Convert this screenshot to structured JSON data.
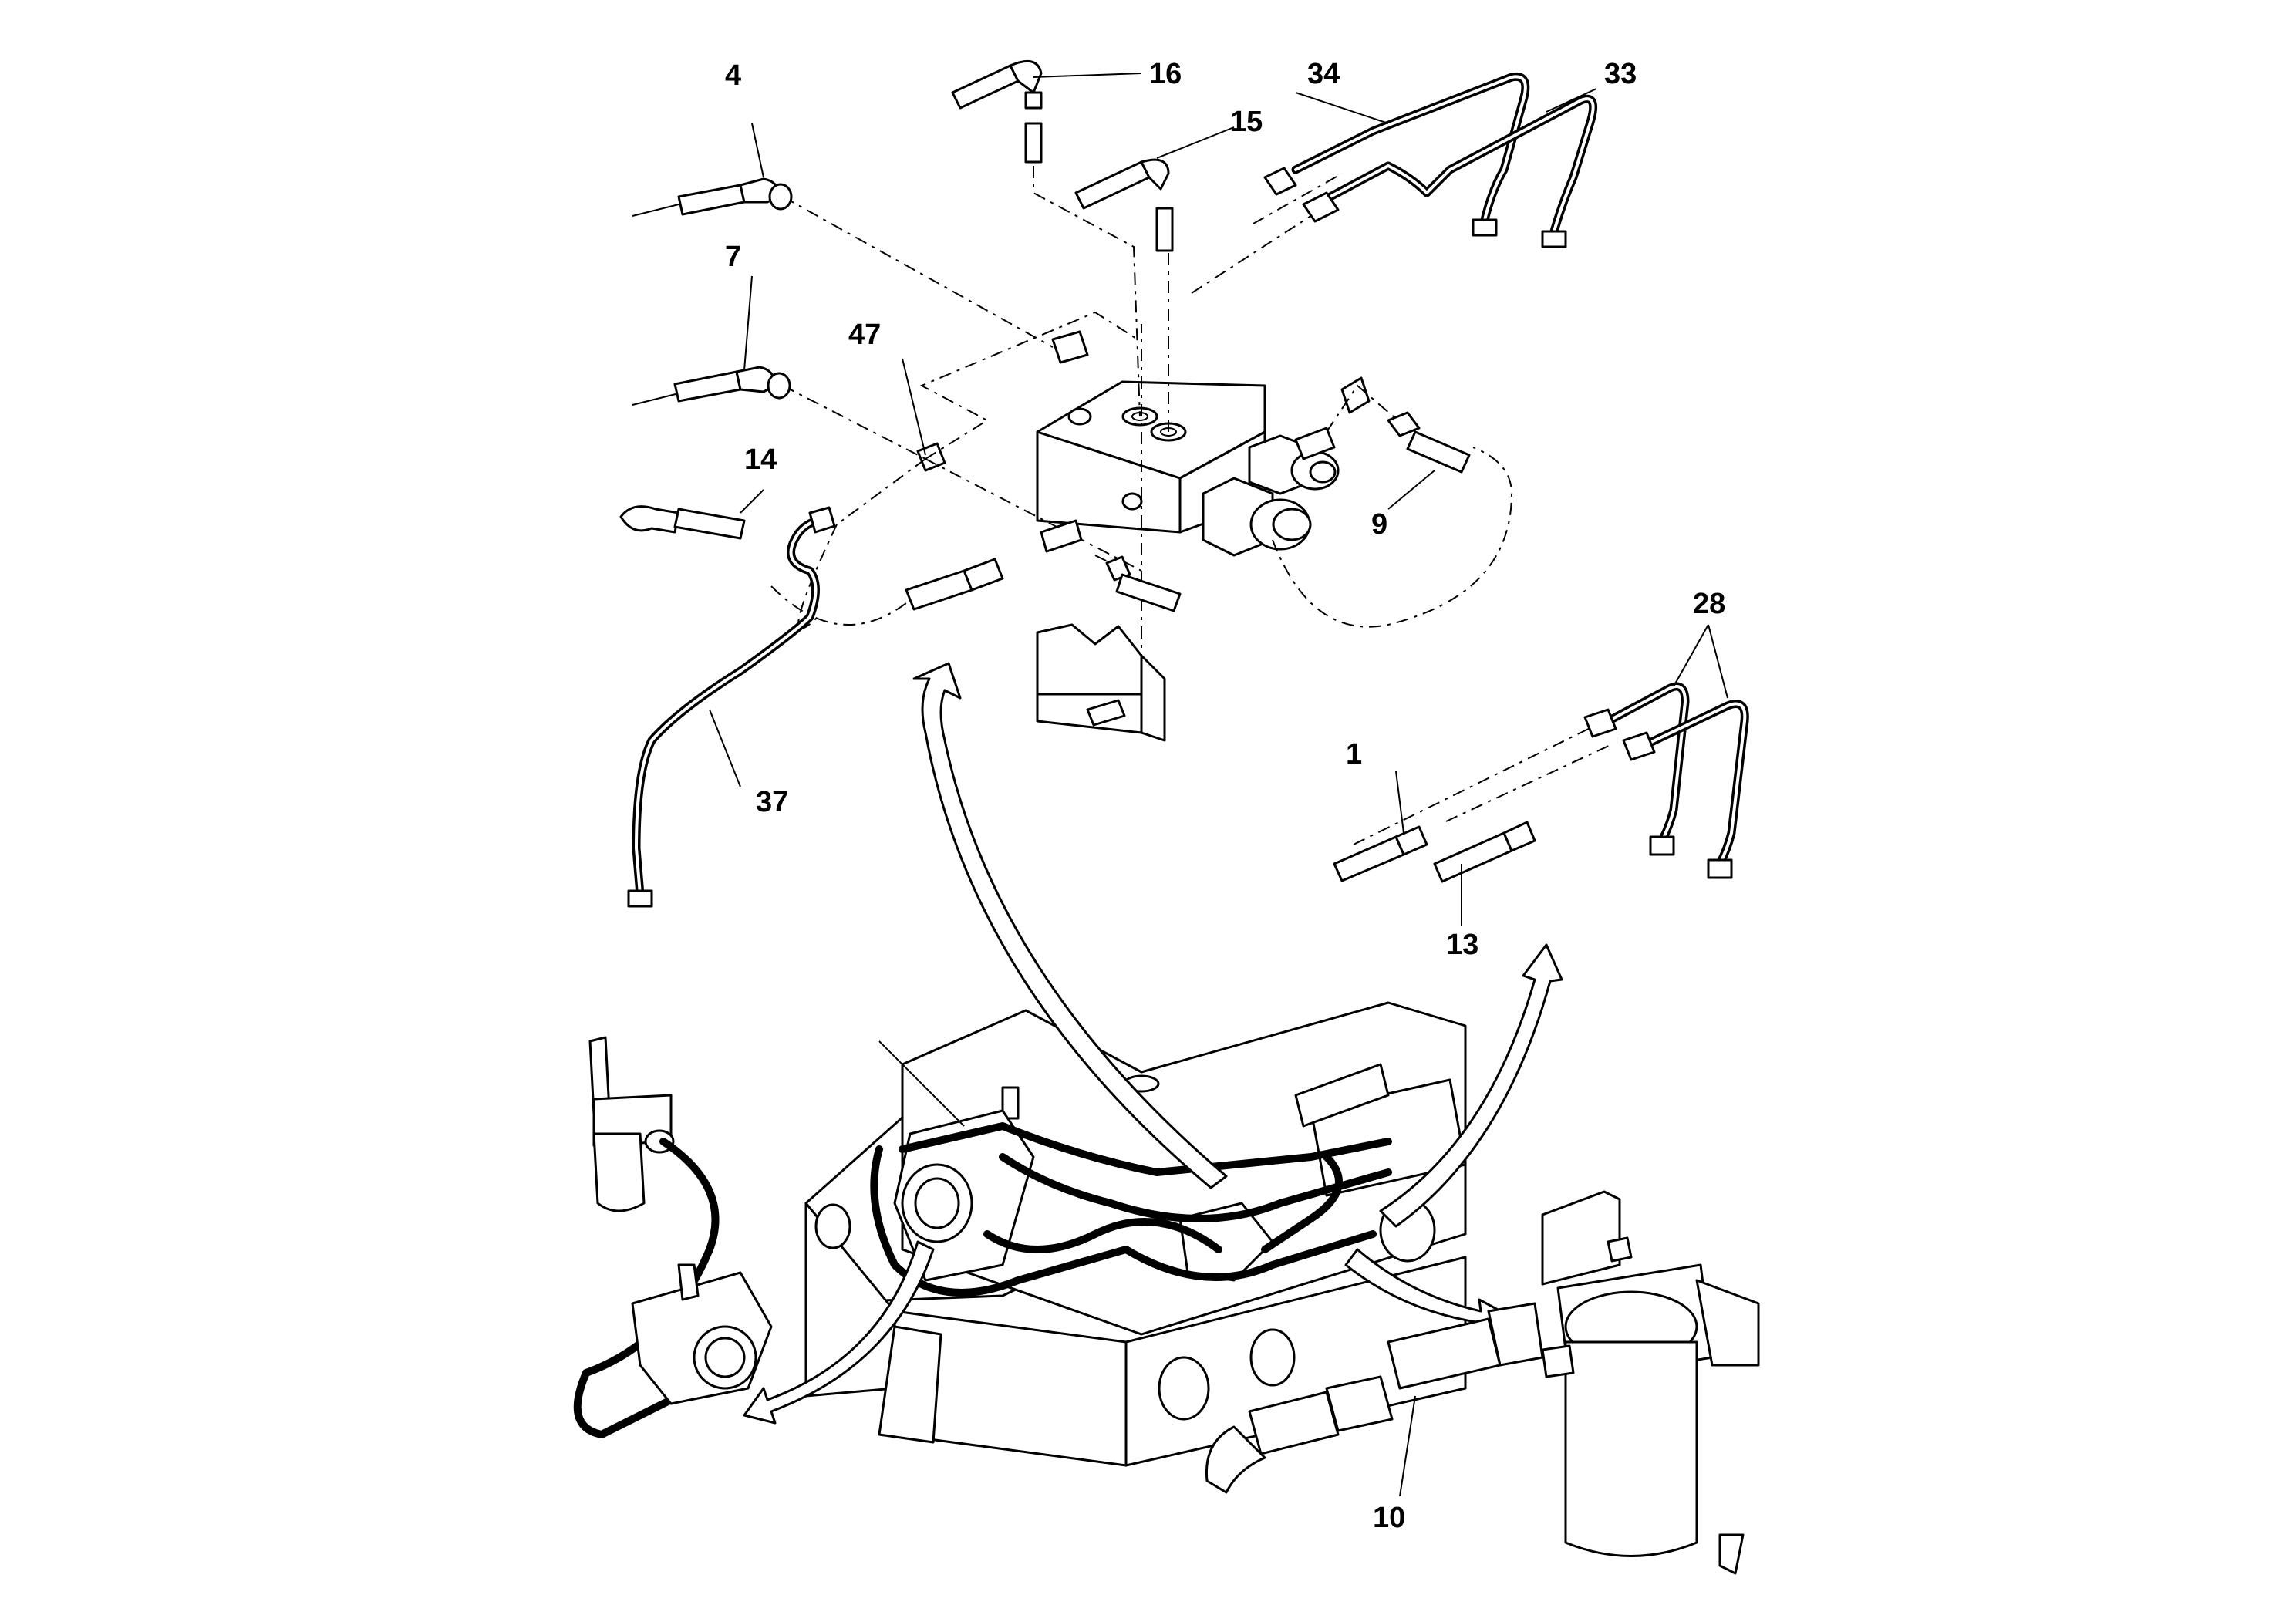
{
  "diagram": {
    "callouts": [
      {
        "id": "c4",
        "label": "4"
      },
      {
        "id": "c16",
        "label": "16"
      },
      {
        "id": "c34",
        "label": "34"
      },
      {
        "id": "c33",
        "label": "33"
      },
      {
        "id": "c15",
        "label": "15"
      },
      {
        "id": "c7",
        "label": "7"
      },
      {
        "id": "c47",
        "label": "47"
      },
      {
        "id": "c14",
        "label": "14"
      },
      {
        "id": "c9",
        "label": "9"
      },
      {
        "id": "c28",
        "label": "28"
      },
      {
        "id": "c1",
        "label": "1"
      },
      {
        "id": "c37",
        "label": "37"
      },
      {
        "id": "c13",
        "label": "13"
      },
      {
        "id": "c10",
        "label": "10"
      }
    ]
  }
}
